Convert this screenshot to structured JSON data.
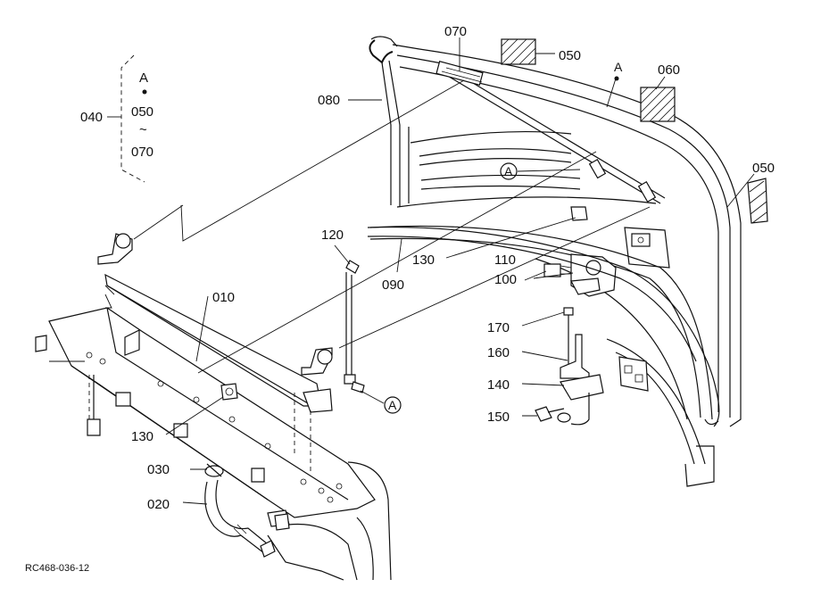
{
  "figure_code": "RC468-036-12",
  "kit": {
    "label": "040",
    "ref_letter": "A",
    "range_start": "050",
    "range_sep": "~",
    "range_end": "070"
  },
  "callouts": {
    "p010": "010",
    "p020": "020",
    "p030": "030",
    "p050_top": "050",
    "p050_right": "050",
    "p060": "060",
    "p070": "070",
    "p080": "080",
    "p090": "090",
    "p100": "100",
    "p110": "110",
    "p120": "120",
    "p130_left": "130",
    "p130_right": "130",
    "p140": "140",
    "p150": "150",
    "p160": "160",
    "p170": "170",
    "ref_A_top": "A"
  },
  "circle_refs": {
    "a1": "A",
    "a2": "A"
  }
}
